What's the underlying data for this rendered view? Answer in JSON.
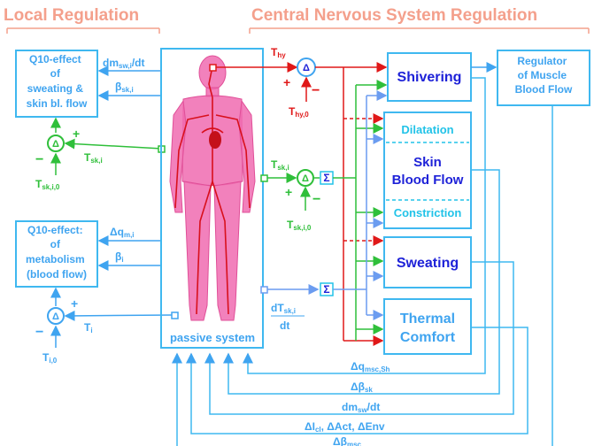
{
  "headers": {
    "local": "Local Regulation",
    "cns": "Central Nervous System Regulation"
  },
  "local": {
    "q10_sweat_lines": [
      "Q10-effect",
      "of",
      "sweating &",
      "skin bl. flow"
    ],
    "dm_label": "dm",
    "dm_sub": "sw,i",
    "dm_tail": "/dt",
    "beta_sk": "β",
    "beta_sk_sub": "sk,i",
    "tsk": "T",
    "tsk_sub": "sk,i",
    "tsk0": "T",
    "tsk0_sub": "sk,i,0",
    "q10_met_lines": [
      "Q10-effect:",
      "of",
      "metabolism",
      "(blood flow)"
    ],
    "dq_label": "Δq",
    "dq_sub": "m,i",
    "beta_i": "β",
    "beta_i_sub": "i",
    "ti": "T",
    "ti_sub": "i",
    "ti0": "T",
    "ti0_sub": "i,0",
    "plus": "+",
    "minus": "−",
    "delta": "Δ"
  },
  "center": {
    "passive_label": "passive system"
  },
  "cns": {
    "thy": "T",
    "thy_sub": "hy",
    "thy0": "T",
    "thy0_sub": "hy,0",
    "tski": "T",
    "tski_sub": "sk,i",
    "tski0": "T",
    "tski0_sub": "sk,i,0",
    "dtsk": "dT",
    "dtsk_sub": "sk,i",
    "dt": "dt",
    "sigma": "Σ",
    "shivering": "Shivering",
    "dilatation": "Dilatation",
    "skin_line1": "Skin",
    "skin_line2": "Blood Flow",
    "constriction": "Constriction",
    "sweating": "Sweating",
    "thermal_line1": "Thermal",
    "thermal_line2": "Comfort",
    "regulator_lines": [
      "Regulator",
      "of Muscle",
      "Blood Flow"
    ]
  },
  "feedback": {
    "dq_msc": "Δq",
    "dq_msc_sub": "msc,Sh",
    "dbeta": "Δβ",
    "dbeta_sub": "sk",
    "dmsw": "dm",
    "dmsw_sub": "sw",
    "dmsw_tail": "/dt",
    "env_l": "ΔI",
    "env_l_sub": "cl",
    "env_rest": ", ΔAct, ΔEnv",
    "dbeta_m": "Δβ",
    "dbeta_m_sub": "msc"
  },
  "colors": {
    "blue": "#3fa4f0",
    "dark_blue": "#1e22d8",
    "green": "#2fbf3a",
    "red": "#e01818",
    "cyan": "#22c3e8",
    "pink": "#f4a08c",
    "body": "#f06bb0"
  }
}
